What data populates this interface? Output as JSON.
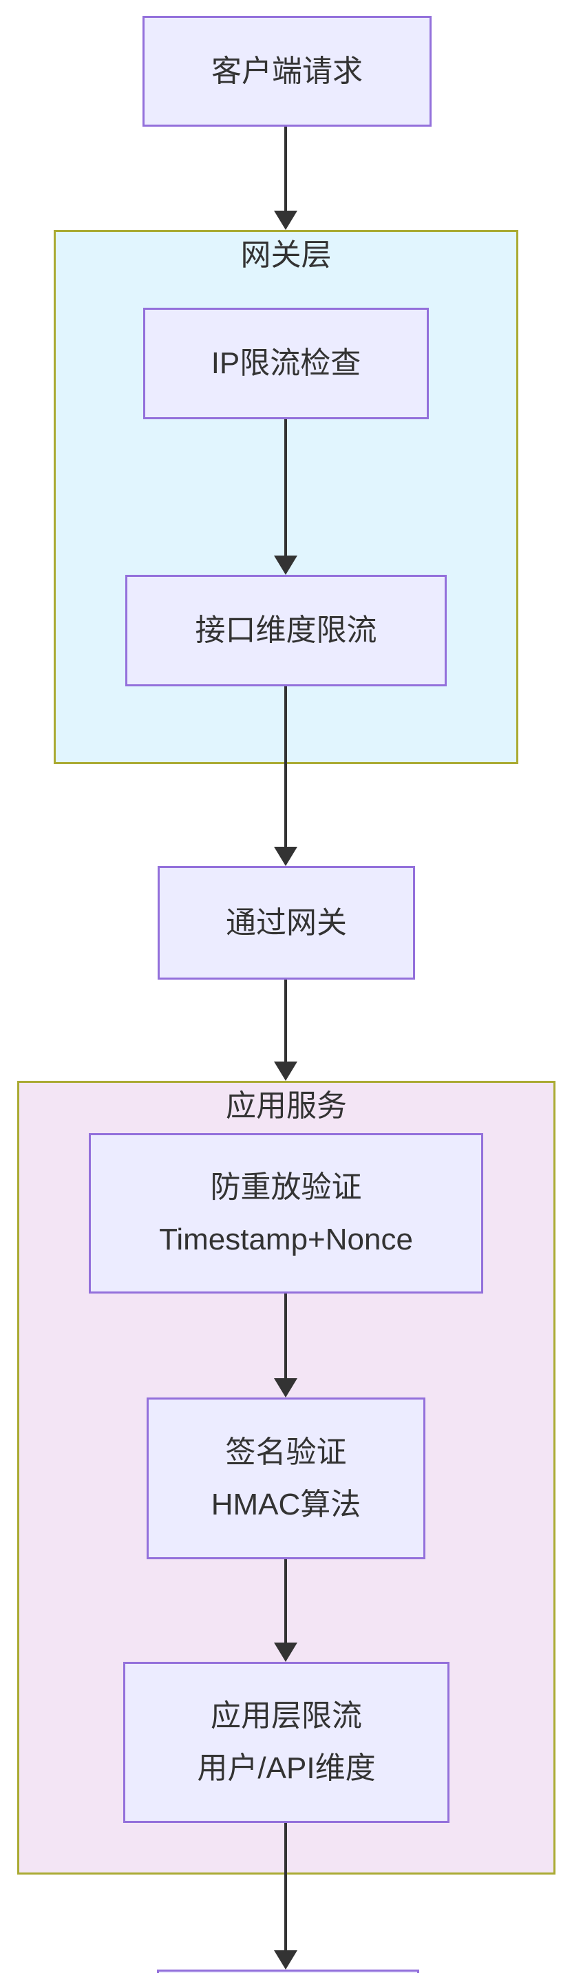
{
  "diagram": {
    "type": "flowchart-top-down",
    "colors": {
      "background": "#ffffff",
      "node_fill": "#ECECFF",
      "node_border": "#9370DB",
      "cluster_border": "#AAAA33",
      "gateway_cluster_fill": "#E1F5FE",
      "app_cluster_fill": "#F3E5F5",
      "edge": "#333333",
      "text": "#333333"
    },
    "nodes": {
      "client": {
        "label": "客户端请求"
      },
      "ip_limit": {
        "label": "IP限流检查"
      },
      "interface_limit": {
        "label": "接口维度限流"
      },
      "pass_gateway": {
        "label": "通过网关"
      },
      "anti_replay": {
        "line1": "防重放验证",
        "line2": "Timestamp+Nonce"
      },
      "signature": {
        "line1": "签名验证",
        "line2": "HMAC算法"
      },
      "app_limit": {
        "line1": "应用层限流",
        "line2": "用户/API维度"
      }
    },
    "clusters": {
      "gateway": {
        "title": "网关层"
      },
      "app_service": {
        "title": "应用服务"
      }
    },
    "edges": [
      {
        "from": "client",
        "to": "gateway-cluster"
      },
      {
        "from": "ip_limit",
        "to": "interface_limit"
      },
      {
        "from": "interface_limit",
        "to": "pass_gateway"
      },
      {
        "from": "pass_gateway",
        "to": "app-service-cluster"
      },
      {
        "from": "anti_replay",
        "to": "signature"
      },
      {
        "from": "signature",
        "to": "app_limit"
      },
      {
        "from": "app_limit",
        "to": "next-node-offscreen"
      }
    ]
  }
}
